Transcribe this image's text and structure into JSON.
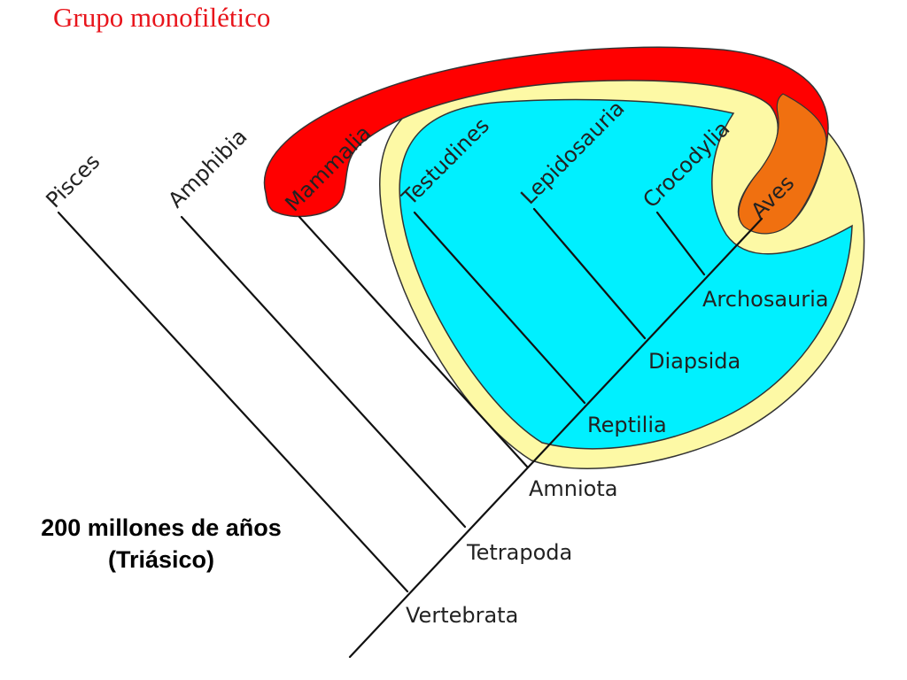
{
  "title": "Grupo monofilético",
  "caption": {
    "line1": "200 millones de años",
    "line2": "(Triásico)"
  },
  "taxa": {
    "pisces": "Pisces",
    "amphibia": "Amphibia",
    "mammalia": "Mammalia",
    "testudines": "Testudines",
    "lepidosauria": "Lepidosauria",
    "crocodylia": "Crocodylia",
    "aves": "Aves"
  },
  "nodes": {
    "vertebrata": "Vertebrata",
    "tetrapoda": "Tetrapoda",
    "amniota": "Amniota",
    "reptilia": "Reptilia",
    "diapsida": "Diapsida",
    "archosauria": "Archosauria"
  },
  "colors": {
    "title": "#e8141b",
    "mammalia_band": "#ff0000",
    "sauropsida_outer": "#fdf9a5",
    "reptilia_inner": "#00f0ff",
    "aves_overlap": "#f07010",
    "lines": "#111111"
  }
}
